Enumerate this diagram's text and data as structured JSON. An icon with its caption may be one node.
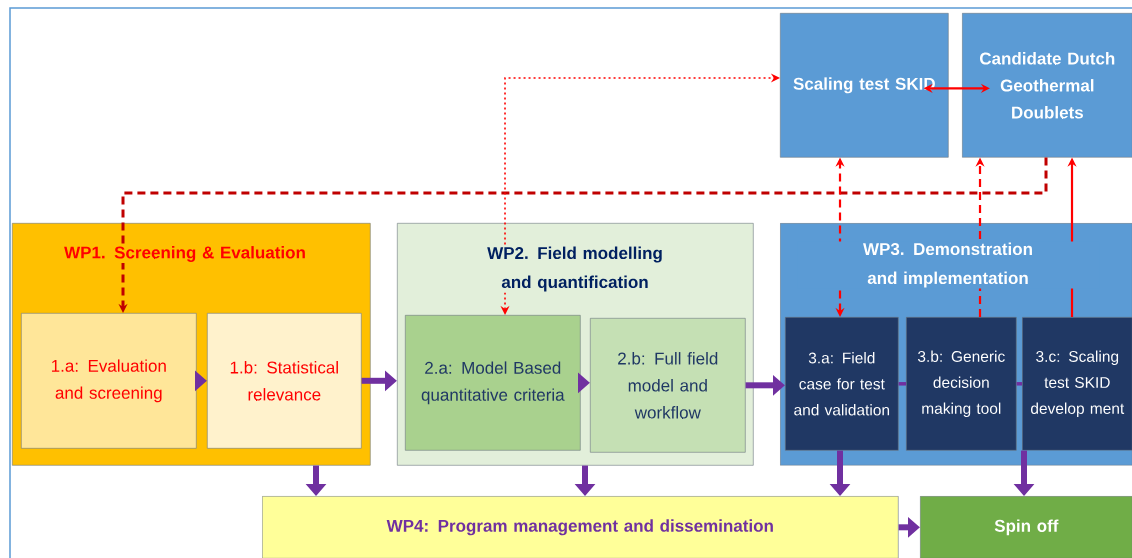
{
  "diagram": {
    "nodes": [
      {
        "text": [
          "Scaling test SKID"
        ]
      },
      {
        "text": [
          "Candidate Dutch Geothermal Doublets"
        ]
      },
      {
        "text": [
          "WP1. Screening & Evaluation"
        ]
      },
      {
        "text": [
          "1.a: Evaluation and screening"
        ],
        "in": 2
      },
      {
        "text": [
          "1.b: Statistical relevance"
        ],
        "in": 2
      },
      {
        "text": [
          "WP2. Field modelling and quantification"
        ]
      },
      {
        "text": [
          "2.a: Model Based quantitative criteria"
        ],
        "in": 5
      },
      {
        "text": [
          "2.b: Full field model and workflow"
        ],
        "in": 5
      },
      {
        "text": [
          "WP3. Demonstration and implementation"
        ]
      },
      {
        "text": [
          "3.a: Field case for test and validation"
        ],
        "in": 8
      },
      {
        "text": [
          "3.b: Generic decision making tool"
        ],
        "in": 8
      },
      {
        "text": [
          "3.c: Scaling test SKID develop ment"
        ],
        "in": 8
      },
      {
        "text": [
          "WP4: Program management and dissemination"
        ]
      },
      {
        "text": [
          "Spin off"
        ]
      }
    ],
    "edges": [
      {
        "from": 1,
        "to": 3,
        "arrow": "to",
        "style": "dashed",
        "color": "#c00000"
      },
      {
        "from": 6,
        "to": 0,
        "arrow": "both",
        "style": "dashed",
        "color": "#ff0000"
      },
      {
        "from": 0,
        "to": 1,
        "arrow": "both",
        "color": "#ff0000"
      },
      {
        "from": 9,
        "to": 0,
        "arrow": "both",
        "style": "dashed",
        "color": "#ff0000"
      },
      {
        "from": 10,
        "to": 1,
        "arrow": "to",
        "style": "dashed",
        "color": "#ff0000"
      },
      {
        "from": 11,
        "to": 1,
        "arrow": "to",
        "color": "#ff0000"
      },
      {
        "from": 3,
        "to": 4,
        "arrow": "to"
      },
      {
        "from": 4,
        "to": 5,
        "arrow": "to"
      },
      {
        "from": 6,
        "to": 7,
        "arrow": "to"
      },
      {
        "from": 7,
        "to": 9,
        "arrow": "to"
      },
      {
        "from": 9,
        "to": 10,
        "arrow": "none"
      },
      {
        "from": 10,
        "to": 11,
        "arrow": "none"
      },
      {
        "from": 2,
        "to": 12,
        "arrow": "to"
      },
      {
        "from": 5,
        "to": 12,
        "arrow": "to"
      },
      {
        "from": 9,
        "to": 12,
        "arrow": "to"
      },
      {
        "from": 11,
        "to": 13,
        "arrow": "to"
      },
      {
        "from": 12,
        "to": 13,
        "arrow": "to"
      }
    ]
  }
}
